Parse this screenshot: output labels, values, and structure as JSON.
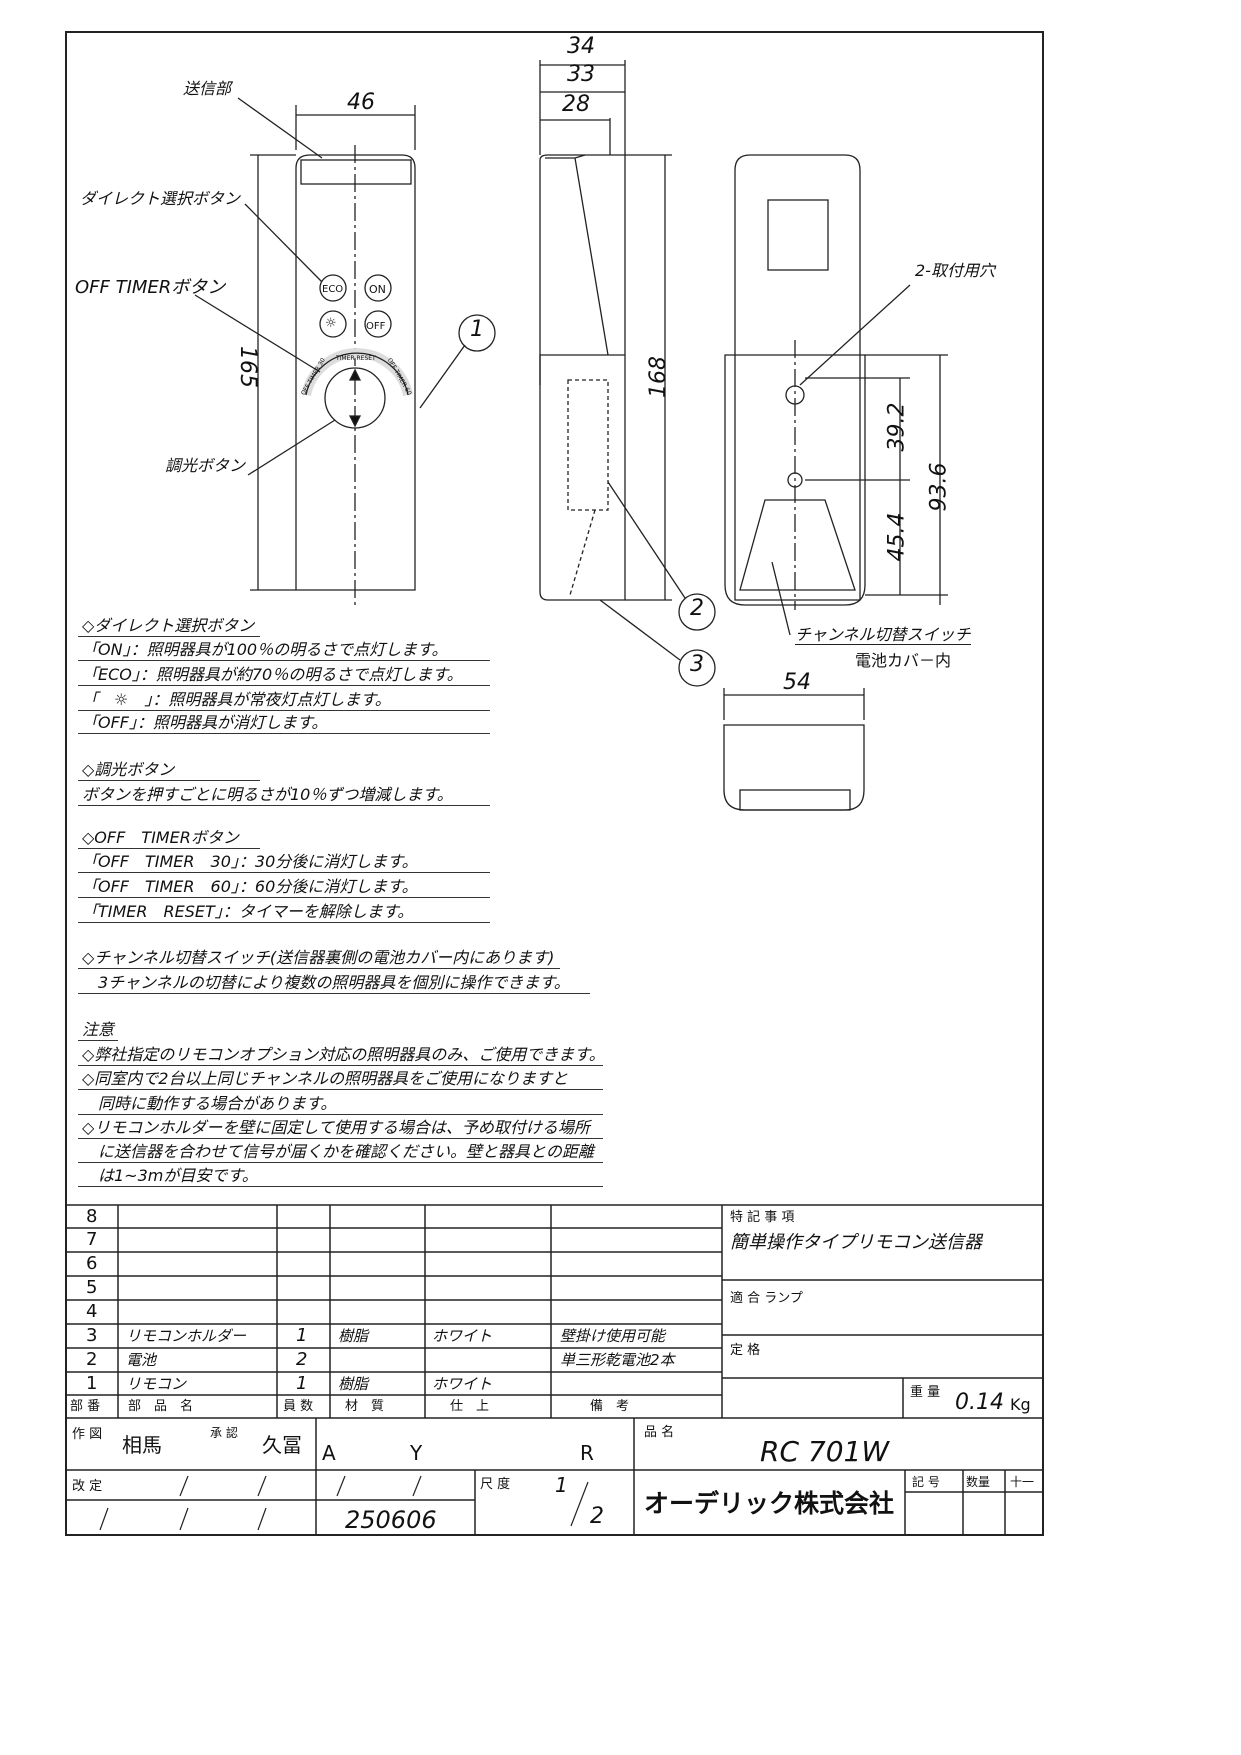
{
  "callouts": {
    "transmitter": "送信部",
    "direct_button": "ダイレクト選択ボタン",
    "off_timer_button": "OFF TIMERボタン",
    "dimmer_button": "調光ボタン",
    "mount_holes": "2-取付用穴",
    "channel_switch": "チャンネル切替スイッチ",
    "battery_cover": "電池カバ－内"
  },
  "dimensions": {
    "width_front": "46",
    "height_front": "165",
    "depth_34": "34",
    "depth_33": "33",
    "depth_28": "28",
    "height_side": "168",
    "hole_pitch": "39.2",
    "holder_height": "93.6",
    "hole_bottom": "45.4",
    "holder_width": "54"
  },
  "parts_markers": [
    "1",
    "2",
    "3"
  ],
  "buttons": {
    "eco": "ECO",
    "on": "ON",
    "off": "OFF",
    "timer30": "OFF TIMER 30",
    "reset": "TIMER RESET",
    "timer60": "OFF TIMER 60"
  },
  "notes": [
    "◇ダイレクト選択ボタン",
    "「ON」：照明器具が100％の明るさで点灯します。",
    "「ECO」：照明器具が約70％の明るさで点灯します。",
    "「　☼　」：照明器具が常夜灯点灯します。",
    "「OFF」：照明器具が消灯します。",
    "◇調光ボタン",
    "ボタンを押すごとに明るさが10％ずつ増減します。",
    "◇OFF　TIMERボタン",
    "「OFF　TIMER　30」：30分後に消灯します。",
    "「OFF　TIMER　60」：60分後に消灯します。",
    "「TIMER　RESET」：タイマーを解除します。",
    "◇チャンネル切替スイッチ(送信器裏側の電池カバー内にあります)",
    "　3チャンネルの切替により複数の照明器具を個別に操作できます。",
    "注意",
    "◇弊社指定のリモコンオプション対応の照明器具のみ、ご使用できます。",
    "◇同室内で2台以上同じチャンネルの照明器具をご使用になりますと",
    "　同時に動作する場合があります。",
    "◇リモコンホルダーを壁に固定して使用する場合は、予め取付ける場所",
    "　に送信器を合わせて信号が届くかを確認ください。壁と器具との距離",
    "　は1~3mが目安です。"
  ],
  "parts_table": {
    "headers": [
      "部 番",
      "部　品　名",
      "員 数",
      "材　質",
      "仕　上",
      "備　考"
    ],
    "rows": [
      [
        "8",
        "",
        "",
        "",
        "",
        ""
      ],
      [
        "7",
        "",
        "",
        "",
        "",
        ""
      ],
      [
        "6",
        "",
        "",
        "",
        "",
        ""
      ],
      [
        "5",
        "",
        "",
        "",
        "",
        ""
      ],
      [
        "4",
        "",
        "",
        "",
        "",
        ""
      ],
      [
        "3",
        "リモコンホルダー",
        "1",
        "樹脂",
        "ホワイト",
        "壁掛け使用可能"
      ],
      [
        "2",
        "電池",
        "2",
        "",
        "",
        "単三形乾電池2本"
      ],
      [
        "1",
        "リモコン",
        "1",
        "樹脂",
        "ホワイト",
        ""
      ]
    ]
  },
  "spec": {
    "notes_label": "特 記 事 項",
    "notes_value": "簡単操作タイプリモコン送信器",
    "lamp_label": "適 合 ランプ",
    "rating_label": "定 格",
    "weight_label": "重 量",
    "weight_value": "0.14",
    "weight_unit": "Kg"
  },
  "title_block": {
    "drawn_label": "作 図",
    "drawn_by": "相馬",
    "approved_label": "承 認",
    "approved_by": "久冨",
    "ayr": [
      "A",
      "Y",
      "R"
    ],
    "product_label": "品 名",
    "product_name": "RC 701W",
    "revision_label": "改 定",
    "date": "250606",
    "scale_label": "尺 度",
    "scale_num": "1",
    "scale_den": "2",
    "company": "オーデリック株式会社",
    "symbol_label": "記 号",
    "qty_label": "数量",
    "mark": "十一"
  }
}
